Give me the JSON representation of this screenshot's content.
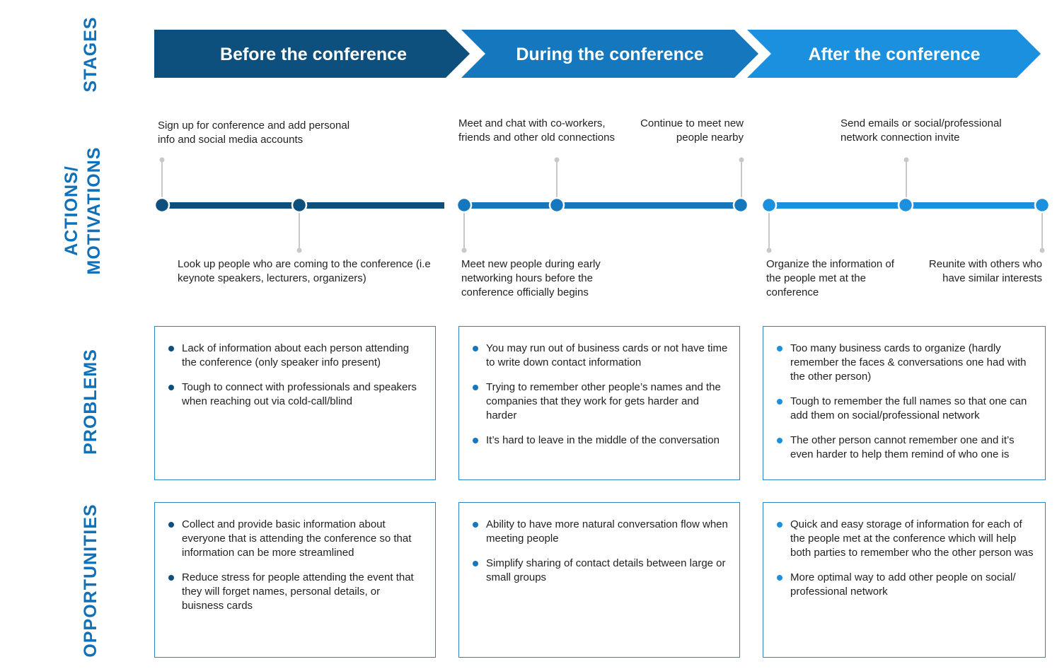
{
  "row_labels": {
    "stages": "STAGES",
    "actions_line1": "ACTIONS/",
    "actions_line2": "MOTIVATIONS",
    "problems": "PROBLEMS",
    "opportunities": "OPPORTUNITIES"
  },
  "stages": [
    {
      "title": "Before the conference",
      "color": "#0d4f7d"
    },
    {
      "title": "During the conference",
      "color": "#1577bd"
    },
    {
      "title": "After the conference",
      "color": "#1a90df"
    }
  ],
  "actions": {
    "before": {
      "top1": "Sign up for conference and add personal info and social media accounts",
      "bottom1": "Look up people who are coming to the conference (i.e keynote speakers, lecturers, organizers)"
    },
    "during": {
      "bottom1": "Meet new people during early networking hours before the conference officially begins",
      "top1": "Meet and chat with co-workers, friends and other old connections",
      "top2": "Continue to meet new people nearby"
    },
    "after": {
      "bottom1": "Organize the information of the people met at the conference",
      "top1": "Send emails or social/professional network connection invite",
      "bottom2": "Reunite with others who have similar interests"
    }
  },
  "problems": {
    "before": [
      "Lack of information about each person attending the conference (only speaker info present)",
      "Tough to connect with professionals and speakers when reaching out via cold-call/blind"
    ],
    "during": [
      "You may run out of business cards or not have time to write down contact information",
      "Trying to remember other people’s names and the companies that they work for gets harder and harder",
      "It’s hard to leave in the middle of the conversation"
    ],
    "after": [
      "Too many business cards to organize (hardly remember the faces & conversations one had with the other person)",
      "Tough to remember the full names so that one can add them on social/professional network",
      "The other person cannot remember one and it’s even harder to help them remind of who one is"
    ]
  },
  "opportunities": {
    "before": [
      "Collect and provide basic information about everyone that is attending the conference so that information can be more streamlined",
      "Reduce stress for people attending the event that they will forget names, personal details, or buisness cards"
    ],
    "during": [
      "Ability to have more natural conversation flow when meeting people",
      "Simplify sharing of contact details between large or small groups"
    ],
    "after": [
      "Quick and easy storage of information for each of the people met at the conference which will help both parties to remember who the other person was",
      "More optimal way to add other people on social/ professional network"
    ]
  }
}
